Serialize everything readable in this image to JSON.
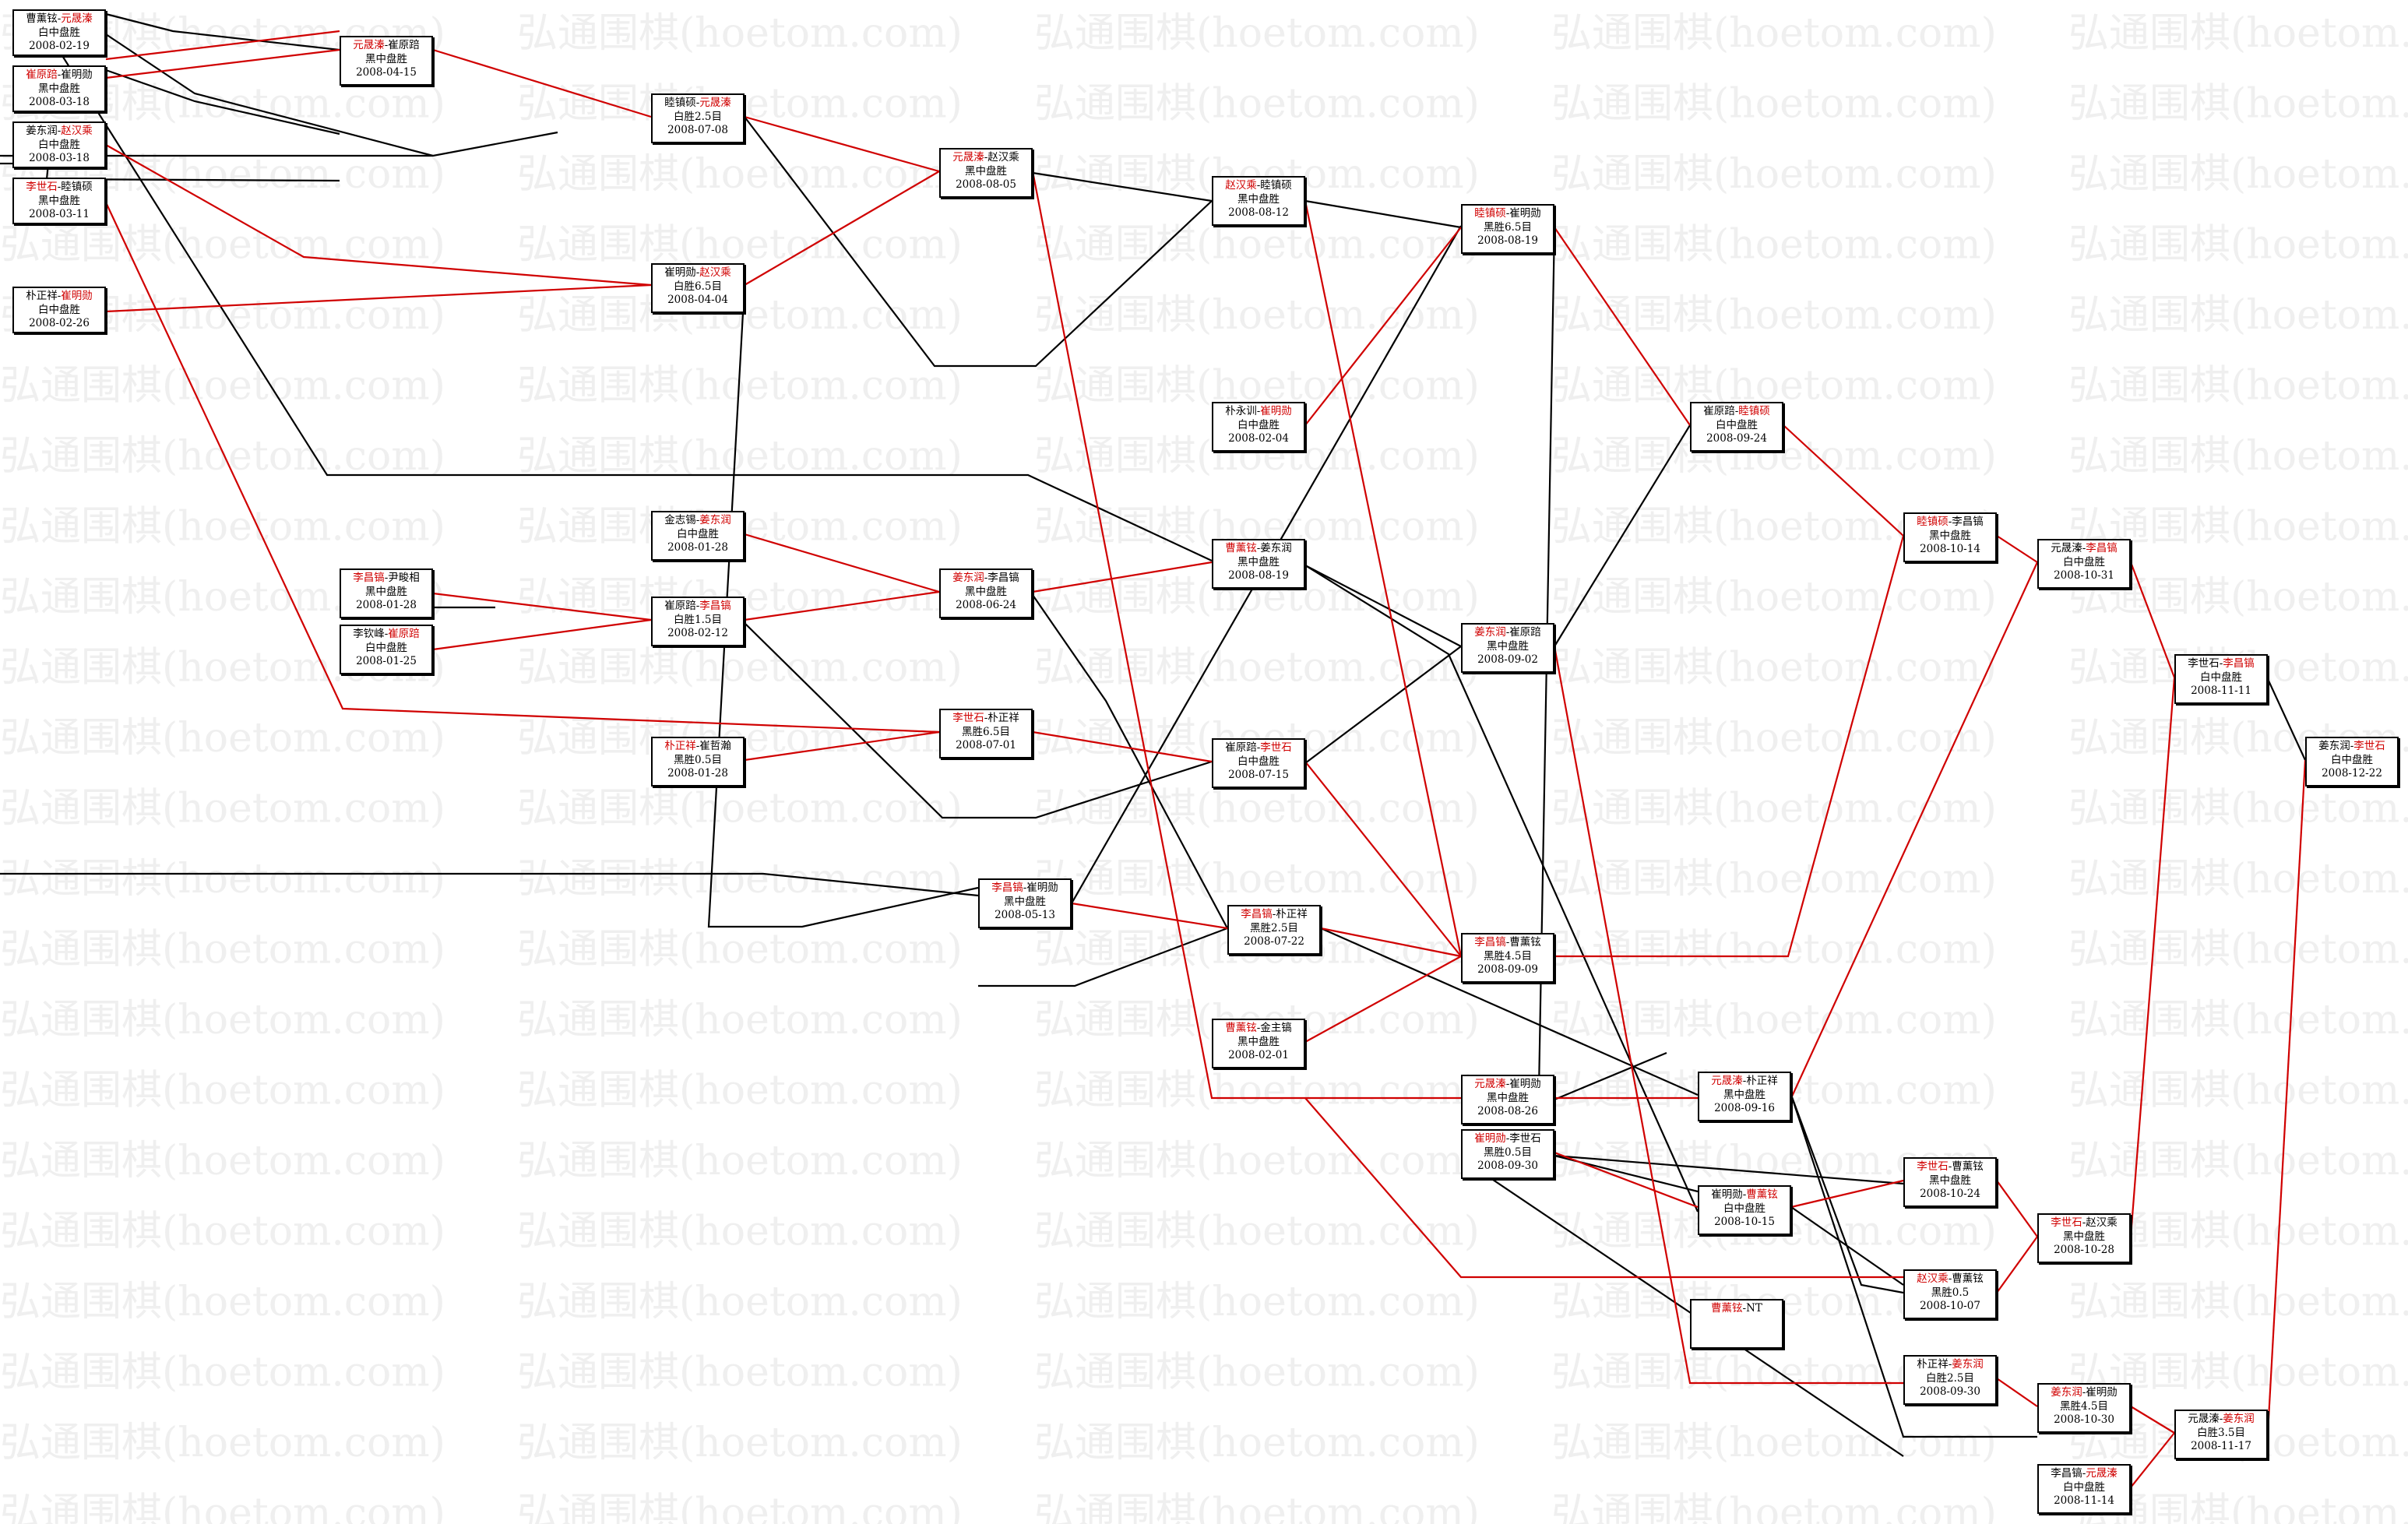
{
  "watermark": "弘通围棋(hoetom.com)",
  "colors": {
    "winner": "#d00000",
    "line_black": "#000000",
    "line_red": "#d00000",
    "watermark": "#efefef"
  },
  "games": [
    {
      "id": "g01",
      "p1": "曹薰铉",
      "p2": "元晟溱",
      "winner": 2,
      "result": "白中盘胜",
      "date": "2008-02-19"
    },
    {
      "id": "g02",
      "p1": "崔原踣",
      "p2": "崔明勋",
      "winner": 1,
      "result": "黑中盘胜",
      "date": "2008-03-18"
    },
    {
      "id": "g03",
      "p1": "姜东润",
      "p2": "赵汉乘",
      "winner": 2,
      "result": "白中盘胜",
      "date": "2008-03-18"
    },
    {
      "id": "g04",
      "p1": "李世石",
      "p2": "睦镇硕",
      "winner": 1,
      "result": "黑中盘胜",
      "date": "2008-03-11"
    },
    {
      "id": "g05",
      "p1": "朴正祥",
      "p2": "崔明勋",
      "winner": 2,
      "result": "白中盘胜",
      "date": "2008-02-26"
    },
    {
      "id": "g06",
      "p1": "元晟溱",
      "p2": "崔原踣",
      "winner": 1,
      "result": "黑中盘胜",
      "date": "2008-04-15"
    },
    {
      "id": "g07",
      "p1": "睦镇硕",
      "p2": "元晟溱",
      "winner": 2,
      "result": "白胜2.5目",
      "date": "2008-07-08"
    },
    {
      "id": "g08",
      "p1": "崔明勋",
      "p2": "赵汉乘",
      "winner": 2,
      "result": "白胜6.5目",
      "date": "2008-04-04"
    },
    {
      "id": "g09",
      "p1": "金志锡",
      "p2": "姜东润",
      "winner": 2,
      "result": "白中盘胜",
      "date": "2008-01-28"
    },
    {
      "id": "g10",
      "p1": "李昌镐",
      "p2": "尹畯相",
      "winner": 1,
      "result": "黑中盘胜",
      "date": "2008-01-28"
    },
    {
      "id": "g11",
      "p1": "李钦峰",
      "p2": "崔原踣",
      "winner": 2,
      "result": "白中盘胜",
      "date": "2008-01-25"
    },
    {
      "id": "g12",
      "p1": "崔原踣",
      "p2": "李昌镐",
      "winner": 2,
      "result": "白胜1.5目",
      "date": "2008-02-12"
    },
    {
      "id": "g13",
      "p1": "朴正祥",
      "p2": "崔哲瀚",
      "winner": 1,
      "result": "黑胜0.5目",
      "date": "2008-01-28"
    },
    {
      "id": "g14",
      "p1": "元晟溱",
      "p2": "赵汉乘",
      "winner": 1,
      "result": "黑中盘胜",
      "date": "2008-08-05"
    },
    {
      "id": "g15",
      "p1": "姜东润",
      "p2": "李昌镐",
      "winner": 1,
      "result": "黑中盘胜",
      "date": "2008-06-24"
    },
    {
      "id": "g16",
      "p1": "李世石",
      "p2": "朴正祥",
      "winner": 1,
      "result": "黑胜6.5目",
      "date": "2008-07-01"
    },
    {
      "id": "g17",
      "p1": "李昌镐",
      "p2": "崔明勋",
      "winner": 1,
      "result": "黑中盘胜",
      "date": "2008-05-13"
    },
    {
      "id": "g18",
      "p1": "赵汉乘",
      "p2": "睦镇硕",
      "winner": 1,
      "result": "黑中盘胜",
      "date": "2008-08-12"
    },
    {
      "id": "g19",
      "p1": "朴永训",
      "p2": "崔明勋",
      "winner": 2,
      "result": "白中盘胜",
      "date": "2008-02-04"
    },
    {
      "id": "g20",
      "p1": "曹薰铉",
      "p2": "姜东润",
      "winner": 1,
      "result": "黑中盘胜",
      "date": "2008-08-19"
    },
    {
      "id": "g21",
      "p1": "崔原踣",
      "p2": "李世石",
      "winner": 2,
      "result": "白中盘胜",
      "date": "2008-07-15"
    },
    {
      "id": "g22",
      "p1": "李昌镐",
      "p2": "朴正祥",
      "winner": 1,
      "result": "黑胜2.5目",
      "date": "2008-07-22"
    },
    {
      "id": "g23",
      "p1": "曹薰铉",
      "p2": "金主镐",
      "winner": 1,
      "result": "黑中盘胜",
      "date": "2008-02-01"
    },
    {
      "id": "g24",
      "p1": "睦镇硕",
      "p2": "崔明勋",
      "winner": 1,
      "result": "黑胜6.5目",
      "date": "2008-08-19"
    },
    {
      "id": "g25",
      "p1": "姜东润",
      "p2": "崔原踣",
      "winner": 1,
      "result": "黑中盘胜",
      "date": "2008-09-02"
    },
    {
      "id": "g26",
      "p1": "李昌镐",
      "p2": "曹薰铉",
      "winner": 1,
      "result": "黑胜4.5目",
      "date": "2008-09-09"
    },
    {
      "id": "g27",
      "p1": "元晟溱",
      "p2": "崔明勋",
      "winner": 1,
      "result": "黑中盘胜",
      "date": "2008-08-26"
    },
    {
      "id": "g28",
      "p1": "崔明勋",
      "p2": "李世石",
      "winner": 1,
      "result": "黑胜0.5目",
      "date": "2008-09-30"
    },
    {
      "id": "g29",
      "p1": "崔原踣",
      "p2": "睦镇硕",
      "winner": 2,
      "result": "白中盘胜",
      "date": "2008-09-24"
    },
    {
      "id": "g30",
      "p1": "元晟溱",
      "p2": "朴正祥",
      "winner": 1,
      "result": "黑中盘胜",
      "date": "2008-09-16"
    },
    {
      "id": "g31",
      "p1": "崔明勋",
      "p2": "曹薰铉",
      "winner": 2,
      "result": "白中盘胜",
      "date": "2008-10-15"
    },
    {
      "id": "g32",
      "p1": "曹薰铉",
      "p2": "NT",
      "winner": 1,
      "result": "",
      "date": ""
    },
    {
      "id": "g33",
      "p1": "睦镇硕",
      "p2": "李昌镐",
      "winner": 1,
      "result": "黑中盘胜",
      "date": "2008-10-14"
    },
    {
      "id": "g34",
      "p1": "李世石",
      "p2": "曹薰铉",
      "winner": 1,
      "result": "黑中盘胜",
      "date": "2008-10-24"
    },
    {
      "id": "g35",
      "p1": "赵汉乘",
      "p2": "曹薰铉",
      "winner": 1,
      "result": "黑胜0.5",
      "date": "2008-10-07"
    },
    {
      "id": "g36",
      "p1": "朴正祥",
      "p2": "姜东润",
      "winner": 2,
      "result": "白胜2.5目",
      "date": "2008-09-30"
    },
    {
      "id": "g37",
      "p1": "元晟溱",
      "p2": "李昌镐",
      "winner": 2,
      "result": "白中盘胜",
      "date": "2008-10-31"
    },
    {
      "id": "g38",
      "p1": "李世石",
      "p2": "赵汉乘",
      "winner": 1,
      "result": "黑中盘胜",
      "date": "2008-10-28"
    },
    {
      "id": "g39",
      "p1": "姜东润",
      "p2": "崔明勋",
      "winner": 1,
      "result": "黑胜4.5目",
      "date": "2008-10-30"
    },
    {
      "id": "g40",
      "p1": "李昌镐",
      "p2": "元晟溱",
      "winner": 2,
      "result": "白中盘胜",
      "date": "2008-11-14"
    },
    {
      "id": "g41",
      "p1": "李世石",
      "p2": "李昌镐",
      "winner": 2,
      "result": "白中盘胜",
      "date": "2008-11-11"
    },
    {
      "id": "g42",
      "p1": "元晟溱",
      "p2": "姜东润",
      "winner": 2,
      "result": "白胜3.5目",
      "date": "2008-11-17"
    },
    {
      "id": "g43",
      "p1": "姜东润",
      "p2": "李世石",
      "winner": 2,
      "result": "白中盘胜",
      "date": "2008-12-22"
    }
  ]
}
